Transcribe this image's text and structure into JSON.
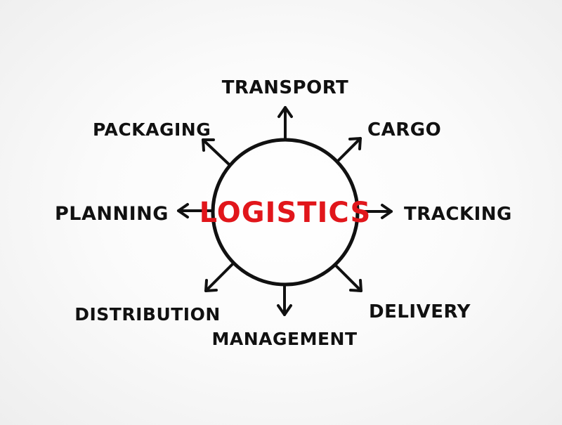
{
  "center": {
    "label": "LOGISTICS",
    "color": "#e1161b"
  },
  "branches": [
    {
      "id": "transport",
      "label": "TRANSPORT"
    },
    {
      "id": "cargo",
      "label": "CARGO"
    },
    {
      "id": "tracking",
      "label": "TRACKING"
    },
    {
      "id": "delivery",
      "label": "DELIVERY"
    },
    {
      "id": "management",
      "label": "MANAGEMENT"
    },
    {
      "id": "distribution",
      "label": "DISTRIBUTION"
    },
    {
      "id": "planning",
      "label": "PLANNING"
    },
    {
      "id": "packaging",
      "label": "PACKAGING"
    }
  ],
  "colors": {
    "ink": "#111111",
    "accent": "#e1161b",
    "background": "#ffffff"
  }
}
